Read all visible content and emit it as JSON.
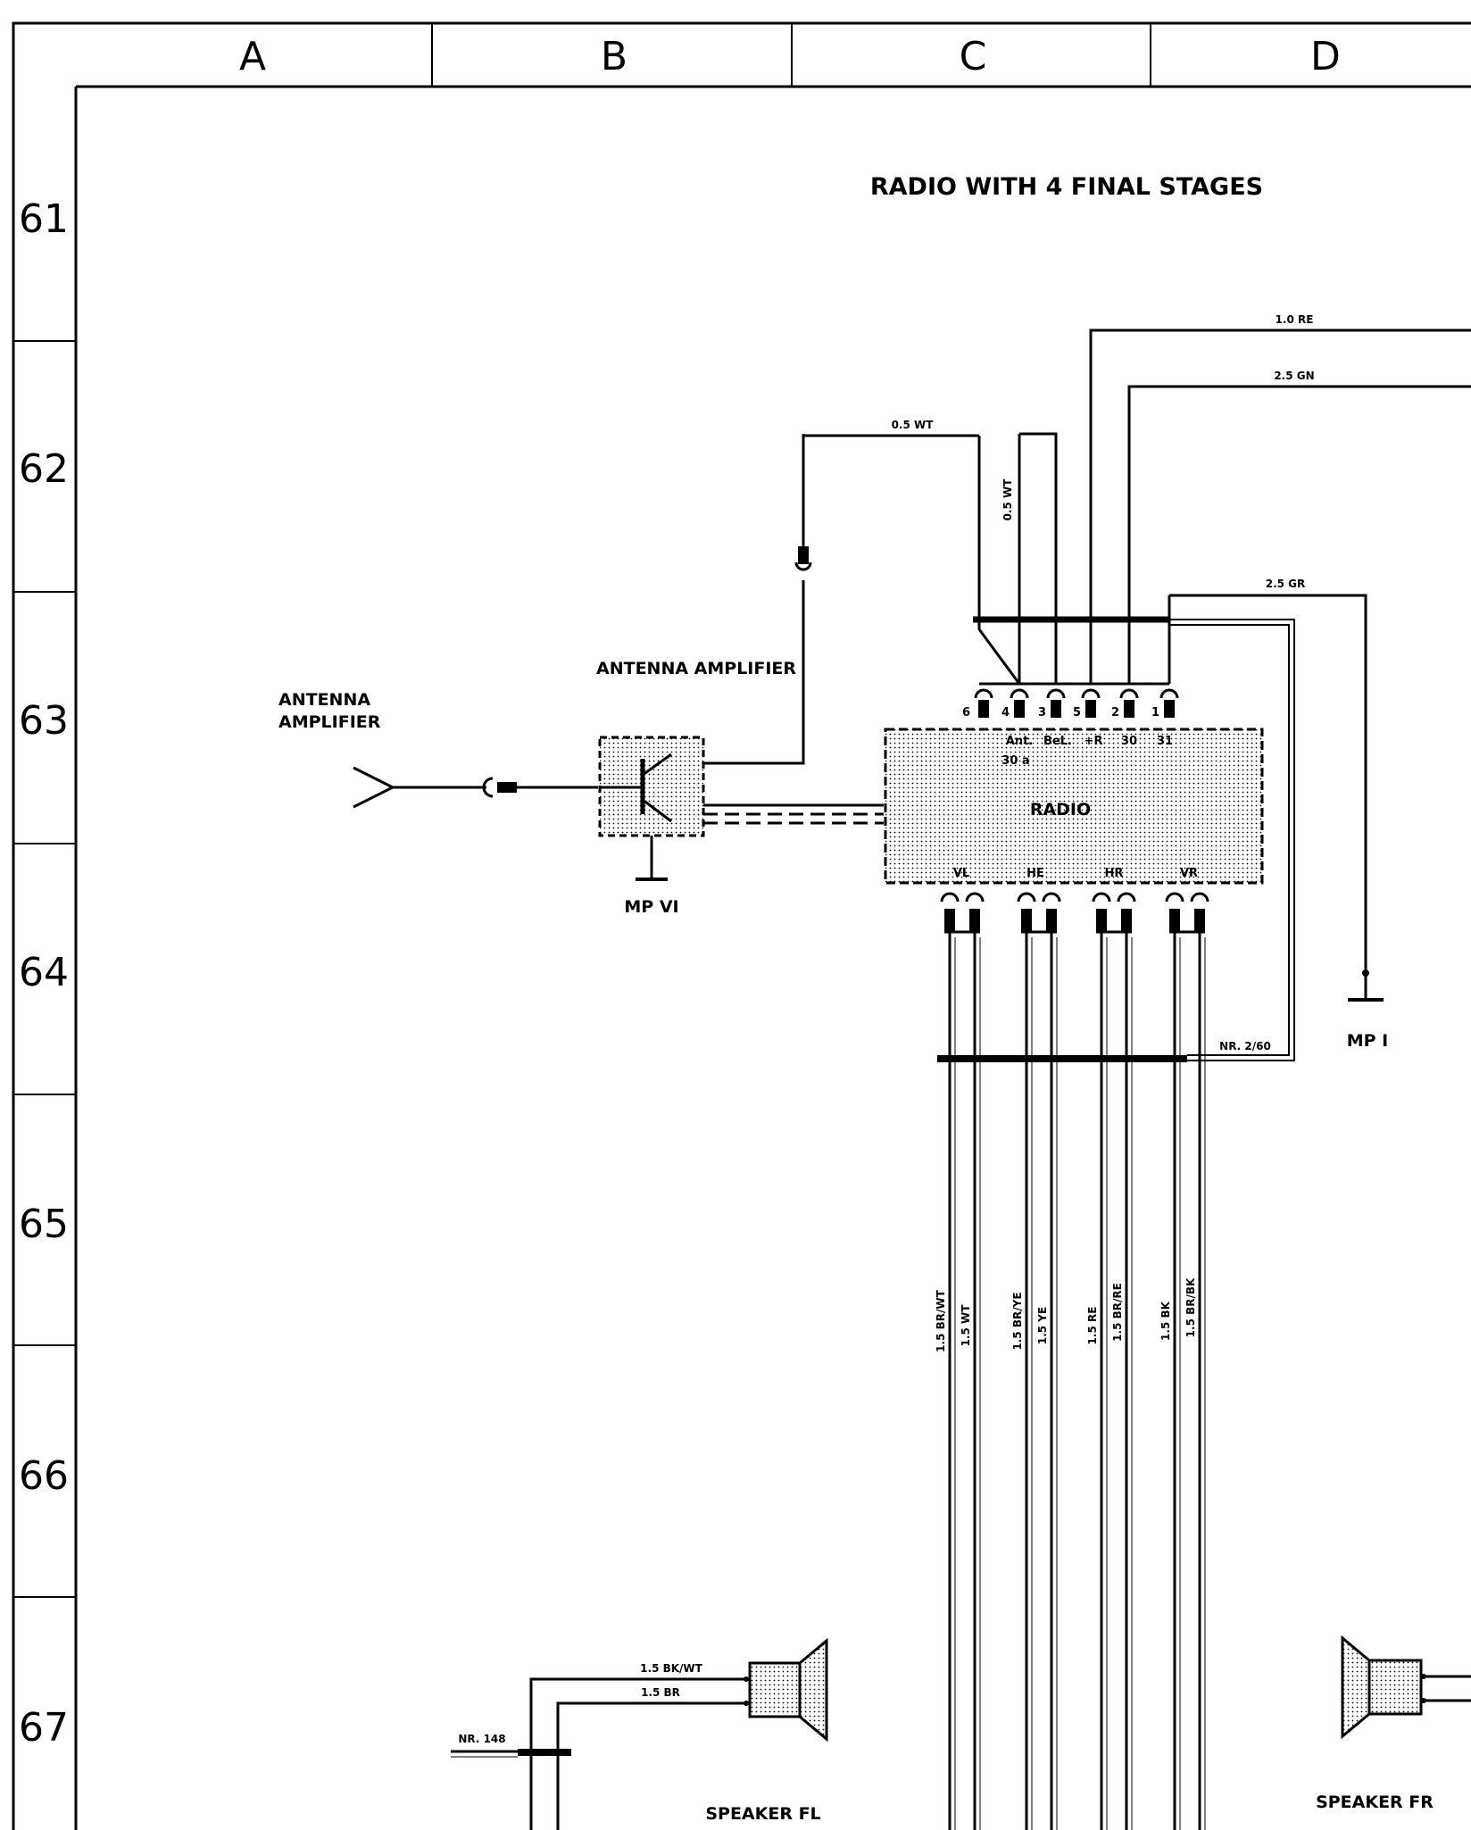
{
  "grid": {
    "columns": [
      "A",
      "B",
      "C",
      "D"
    ],
    "rows": [
      "61",
      "62",
      "63",
      "64",
      "65",
      "66",
      "67"
    ]
  },
  "title": "RADIO WITH 4 FINAL STAGES",
  "components": {
    "radio": "RADIO",
    "antenna_amp_left": [
      "ANTENNA",
      "AMPLIFIER"
    ],
    "antenna_amp_top": "ANTENNA AMPLIFIER",
    "ground_mp6": "MP VI",
    "ground_mp1": "MP I",
    "speaker_fl": "SPEAKER FL",
    "speaker_fr": "SPEAKER FR",
    "connector_nr260": "NR. 2/60",
    "connector_nr148": "NR. 148"
  },
  "radio_pins_top": {
    "numbers": [
      "6",
      "4",
      "3",
      "5",
      "2",
      "1"
    ],
    "labels": [
      "Ant.",
      "BeL.",
      "+R",
      "30",
      "31"
    ],
    "label_sub": "30 a"
  },
  "radio_pins_bottom": [
    "VL",
    "HE",
    "HR",
    "VR"
  ],
  "wires": {
    "re_10": "1.0 RE",
    "gn_25": "2.5 GN",
    "wt_05_h": "0.5 WT",
    "wt_05_v": "0.5 WT",
    "gr_25": "2.5 GR",
    "speaker_fl_plus": "1.5 BK/WT",
    "speaker_fl_minus": "1.5 BR",
    "vertical": [
      "1.5 BR/WT",
      "1.5 WT",
      "1.5 BR/YE",
      "1.5 YE",
      "1.5 RE",
      "1.5 BR/RE",
      "1.5 BK",
      "1.5 BR/BK"
    ]
  }
}
